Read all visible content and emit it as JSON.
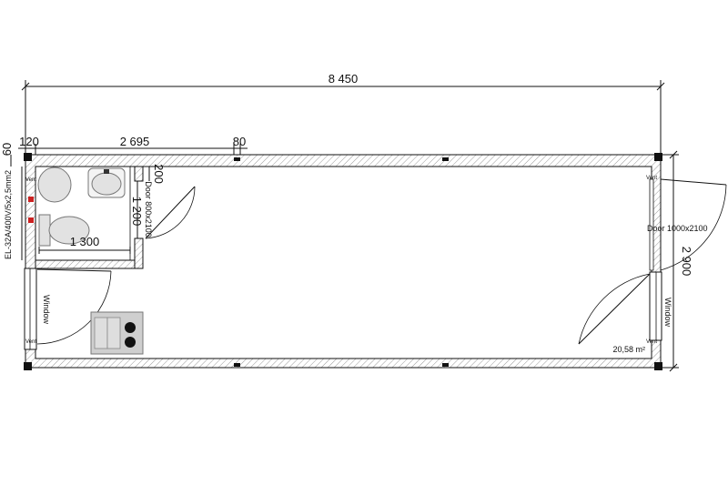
{
  "dimensions": {
    "overall_length": "8 450",
    "end_wall": "120",
    "bathroom_length": "2 695",
    "partition": "80",
    "wall_thickness": "60",
    "bathroom_inner": "1 300",
    "bathroom_depth": "1 200",
    "door_offset": "200",
    "overall_width": "2 900"
  },
  "labels": {
    "electrical": "EL-32A/400V/5x2,5mm2",
    "bath_door": "Door 800x2100",
    "main_door": "Door 1000x2100",
    "window_left": "Window",
    "window_right": "Window",
    "area": "20,58 m²",
    "vent": "Vent"
  },
  "colors": {
    "wall_hatch": "#9a9a9a",
    "line": "#111111",
    "appliance": "#cfcfcf",
    "fixture": "#e2e2e2",
    "socket": "#cc2222"
  }
}
